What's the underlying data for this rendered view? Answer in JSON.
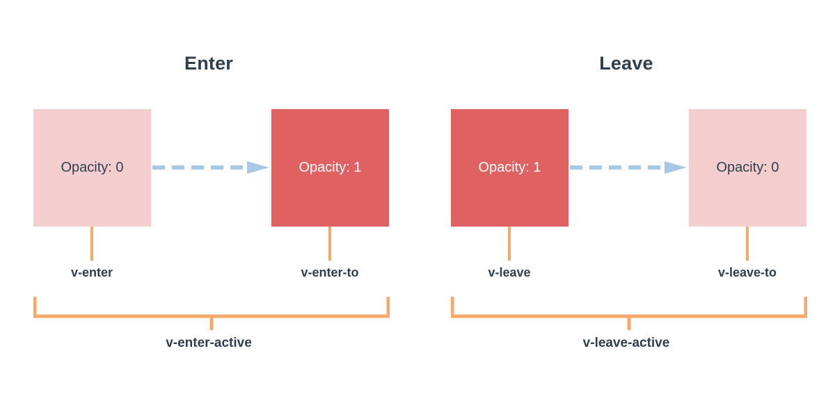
{
  "diagram": {
    "title_enter": "Enter",
    "title_leave": "Leave",
    "colors": {
      "box_faded": "#f4cece",
      "box_solid": "#df6161",
      "arrow": "#a8c8e8",
      "bracket": "#f4a96b",
      "text_dark": "#2f3e4e",
      "text_light": "#ffffff",
      "background": "#ffffff"
    }
  },
  "enter": {
    "title": "Enter",
    "from_box": {
      "label": "Opacity: 0",
      "state": "faded",
      "class_label": "v-enter"
    },
    "to_box": {
      "label": "Opacity: 1",
      "state": "solid",
      "class_label": "v-enter-to"
    },
    "arrow": "transition-arrow-icon",
    "active_label": "v-enter-active"
  },
  "leave": {
    "title": "Leave",
    "from_box": {
      "label": "Opacity: 1",
      "state": "solid",
      "class_label": "v-leave"
    },
    "to_box": {
      "label": "Opacity: 0",
      "state": "faded",
      "class_label": "v-leave-to"
    },
    "arrow": "transition-arrow-icon",
    "active_label": "v-leave-active"
  }
}
